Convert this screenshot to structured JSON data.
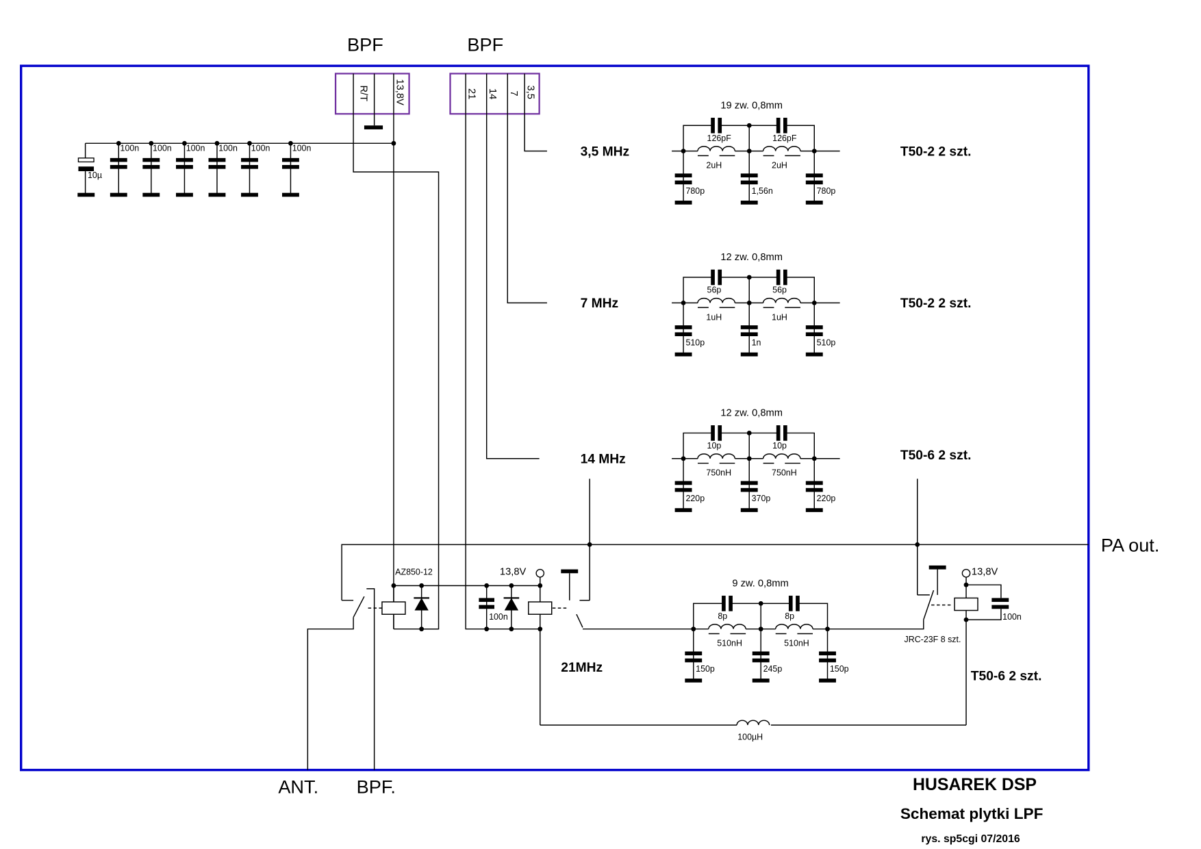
{
  "title_block": {
    "project": "HUSAREK  DSP",
    "title": "Schemat plytki LPF",
    "credit": "rys. sp5cgi 07/2016"
  },
  "colors": {
    "frame": "#0000cc",
    "connector": "#7030a0",
    "wire": "#000000"
  },
  "connectors": {
    "bpf_left": {
      "label": "BPF",
      "pins": [
        "R/T",
        "",
        "13,8V"
      ]
    },
    "bpf_right": {
      "label": "BPF",
      "pins": [
        "21",
        "14",
        "7",
        "3,5"
      ]
    }
  },
  "supply_decoupling": {
    "electrolytic": "10µ",
    "caps": [
      "100n",
      "100n",
      "100n",
      "100n",
      "100n",
      "100n"
    ]
  },
  "filters": [
    {
      "band": "3,5 MHz",
      "winding": "19 zw. 0,8mm",
      "c_series": [
        "126pF",
        "126pF"
      ],
      "l": [
        "2uH",
        "2uH"
      ],
      "c_shunt": [
        "780p",
        "1,56n",
        "780p"
      ],
      "core": "T50-2   2 szt."
    },
    {
      "band": "7 MHz",
      "winding": "12 zw. 0,8mm",
      "c_series": [
        "56p",
        "56p"
      ],
      "l": [
        "1uH",
        "1uH"
      ],
      "c_shunt": [
        "510p",
        "1n",
        "510p"
      ],
      "core": "T50-2  2 szt."
    },
    {
      "band": "14 MHz",
      "winding": "12 zw. 0,8mm",
      "c_series": [
        "10p",
        "10p"
      ],
      "l": [
        "750nH",
        "750nH"
      ],
      "c_shunt": [
        "220p",
        "370p",
        "220p"
      ],
      "core": "T50-6  2 szt."
    },
    {
      "band": "21MHz",
      "winding": "9 zw. 0,8mm",
      "c_series": [
        "8p",
        "8p"
      ],
      "l": [
        "510nH",
        "510nH"
      ],
      "c_shunt": [
        "150p",
        "245p",
        "150p"
      ],
      "core": "T50-6  2 szt."
    }
  ],
  "relays": {
    "rt_relay": "AZ850-12",
    "supply": "13,8V",
    "supply_right": "13,8V",
    "cap_mid": "100n",
    "cap_right": "100n",
    "band_relays": "JRC-23F 8 szt.",
    "choke": "100µH"
  },
  "ports": {
    "pa_out": "PA out.",
    "ant": "ANT.",
    "bpf": "BPF."
  }
}
